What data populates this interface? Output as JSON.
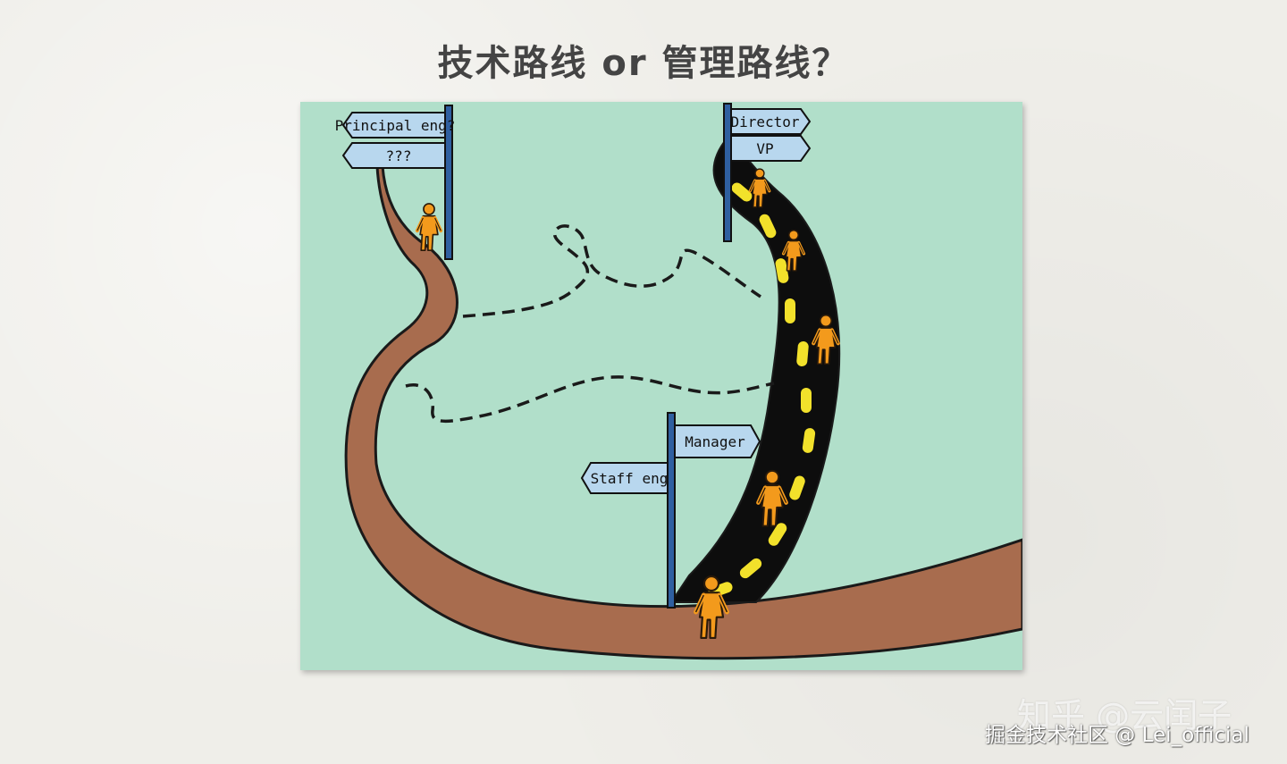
{
  "title": "技术路线 or 管理路线？",
  "signs": {
    "tech_top": "Principal eng?",
    "tech_second": "???",
    "mgmt_top": "Director",
    "mgmt_second": "VP",
    "fork_right": "Manager",
    "fork_left": "Staff eng"
  },
  "watermarks": {
    "zhihu": "知乎 @云闰子",
    "juejin": "掘金技术社区 @ Lei_official"
  },
  "colors": {
    "background_panel": "#b1dfca",
    "dirt_road": "#a86c4e",
    "paved_road": "#0d0d0d",
    "lane_marking": "#f2e12b",
    "sign_board": "#b8d7ee",
    "sign_pole": "#2f5fa0",
    "walker": "#f39a1c"
  },
  "icons": [
    "signpost-icon",
    "walker-icon"
  ]
}
